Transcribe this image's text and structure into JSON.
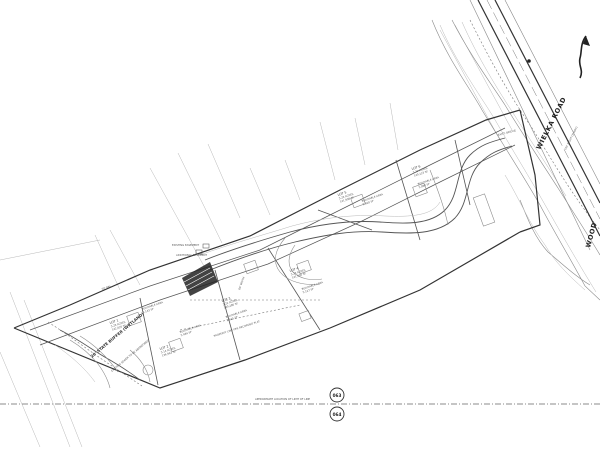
{
  "road": {
    "name": "WIELKA ROAD",
    "row_note": "(40' RIGHT-OF-WAY)",
    "bridge_note": "EXIST. BRIDGE",
    "edge_label": "WOOD"
  },
  "map_line": {
    "label": "APPROXIMATE LOCATION OF LIMIT OF LINE",
    "page_top": "063",
    "page_bottom": "064"
  },
  "lots": [
    {
      "name": "LOT 1",
      "acres": "3.26 ACRES",
      "area_sf": "142,020 SF",
      "buildable_label": "BUILDABLE AREA",
      "buildable_sf": "5,143 SF"
    },
    {
      "name": "LOT 2",
      "acres": "3.14 ACRES",
      "area_sf": "136,963 SF",
      "buildable_label": "BUILDABLE AREA",
      "buildable_sf": "5,484 SF"
    },
    {
      "name": "LOT 3",
      "acres": "3.22 ACRES",
      "area_sf": "140,286 SF",
      "buildable_label": "BUILDABLE AREA",
      "buildable_sf": "5,625 SF"
    },
    {
      "name": "LOT 4",
      "acres": "3.26 ACRES",
      "area_sf": "141,990 SF",
      "buildable_label": "BUILDABLE AREA",
      "buildable_sf": "5,127 SF"
    },
    {
      "name": "LOT 5",
      "acres": "3.26 ACRES",
      "area_sf": "141,908 SF",
      "buildable_label": "BUILDABLE AREA",
      "buildable_sf": "5,928 SF"
    },
    {
      "name": "LOT 6",
      "acres": "3.22 ACRES",
      "area_sf": "140,123 SF",
      "buildable_label": "BUILDABLE AREA",
      "buildable_sf": "5,998 SF"
    }
  ],
  "notes": {
    "buffer": "20' STATE BUFFER (WETLAND)",
    "sewer": "EXISTING SEWER TO BE ABANDONED",
    "existing_easement": "EXISTING EASEMENT",
    "additional_easement": "ADDITIONAL EASEMENT",
    "flood_line": "PROPERTY LINE PER RECORDED PLAT",
    "setback": "50' BRL",
    "width": "60' WIDTH"
  }
}
